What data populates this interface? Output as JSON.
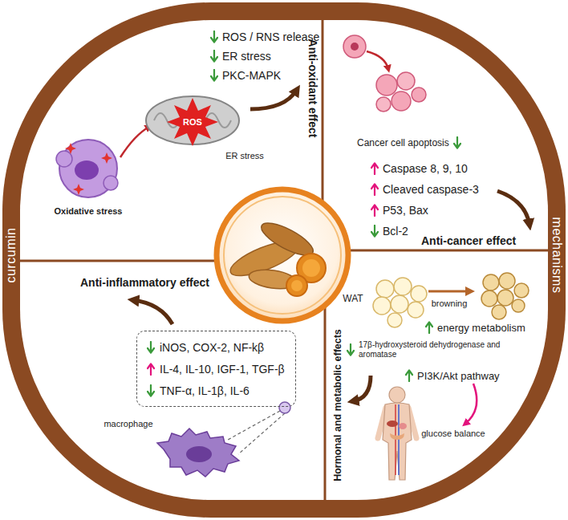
{
  "diagram": {
    "nodes": [
      {
        "text": [
          "curcumin",
          "mechanisms"
        ]
      },
      {
        "text": [
          "iNOS, COX-2, NF-kβ",
          "IL-4, IL-10, IGF-1, TGF-β",
          "TNF-α, IL-1β, IL-6"
        ],
        "in": 0
      }
    ],
    "labels": [
      "Anti-oxidant effect",
      "ROS / RNS release",
      "ER stress",
      "PKC-MAPK",
      "ROS",
      "ER stress",
      "Oxidative stress",
      "Cancer cell apoptosis",
      "Caspase 8, 9, 10",
      "Cleaved caspase-3",
      "P53, Bax",
      "Bcl-2",
      "Anti-cancer effect",
      "Anti-inflammatory effect",
      "macrophage",
      "WAT",
      "browning",
      "energy metabolism",
      "17β-hydroxysteroid dehydrogenase and aromatase",
      "PI3K/Akt pathway",
      "glucose balance",
      "Hormonal and metabolic effects"
    ]
  }
}
